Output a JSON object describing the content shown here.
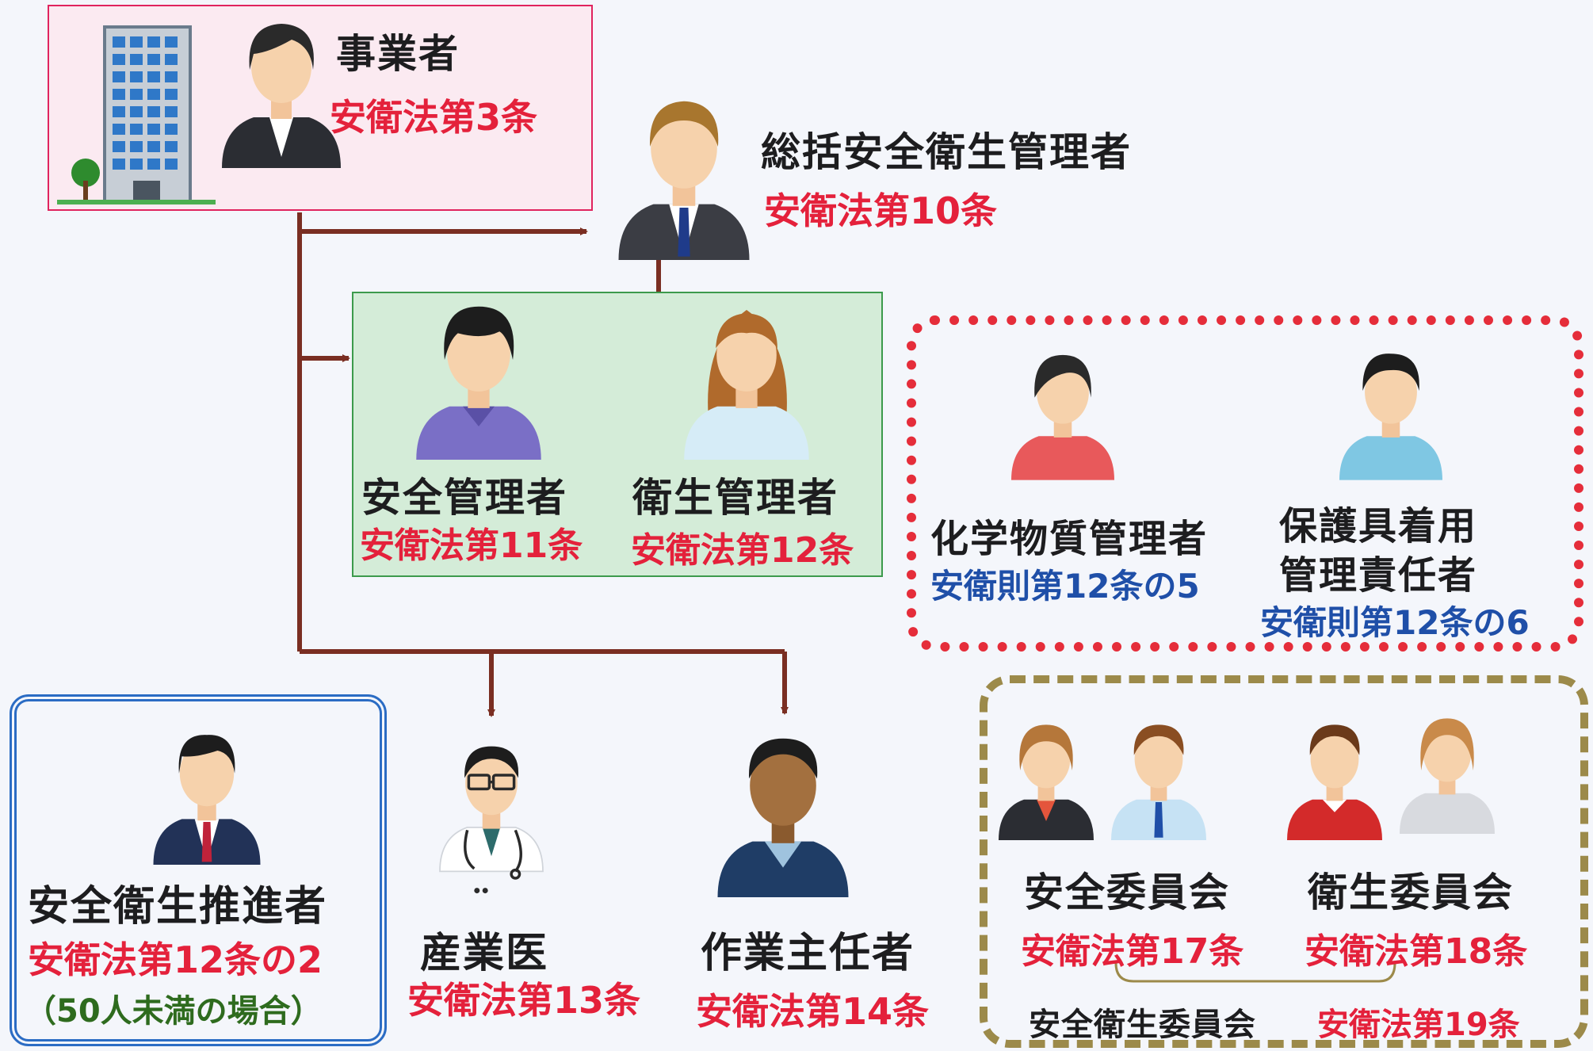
{
  "employer": {
    "title": "事業者",
    "law": "安衛法第3条"
  },
  "general_manager": {
    "title": "総括安全衛生管理者",
    "law": "安衛法第10条"
  },
  "safety_manager": {
    "title": "安全管理者",
    "law": "安衛法第11条"
  },
  "health_manager": {
    "title": "衛生管理者",
    "law": "安衛法第12条"
  },
  "chemical_manager": {
    "title": "化学物質管理者",
    "rule": "安衛則第12条の5"
  },
  "protective_manager": {
    "title_line1": "保護具着用",
    "title_line2": "管理責任者",
    "rule": "安衛則第12条の6"
  },
  "promoter": {
    "title": "安全衛生推進者",
    "law": "安衛法第12条の2",
    "note": "（50人未満の場合）"
  },
  "physician": {
    "title": "産業医",
    "law": "安衛法第13条"
  },
  "chief": {
    "title": "作業主任者",
    "law": "安衛法第14条"
  },
  "safety_committee": {
    "title": "安全委員会",
    "law": "安衛法第17条"
  },
  "health_committee": {
    "title": "衛生委員会",
    "law": "安衛法第18条"
  },
  "joint_committee": {
    "title": "安全衛生委員会",
    "law": "安衛法第19条"
  },
  "colors": {
    "arrow": "#7a2e22",
    "law_red": "#e4213b",
    "rule_blue": "#1f4fa8",
    "employer_border": "#e0245e",
    "managers_border": "#3c9a4c",
    "managers_fill": "#d4ecd8",
    "dotted_red": "#e52d3a",
    "promoter_border": "#2b6cc4",
    "committee_border": "#9c8a4a"
  }
}
